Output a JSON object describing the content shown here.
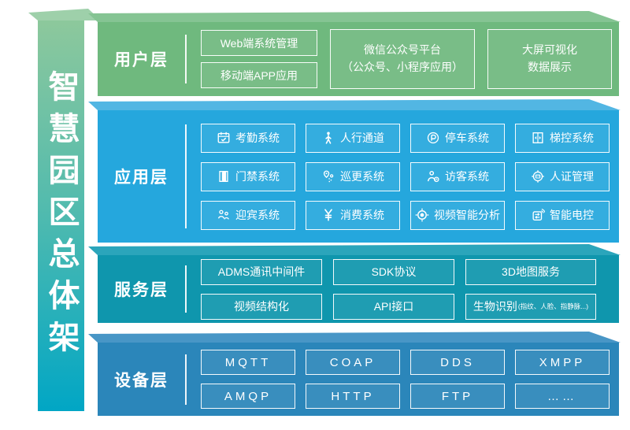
{
  "page": {
    "background": "#ffffff"
  },
  "sidebar": {
    "title": "智慧园区总体架",
    "gradient_top": "#8dc89c",
    "gradient_mid": "#52bbae",
    "gradient_bottom": "#01a6c5",
    "lid_color": "#9ed0aa"
  },
  "layers": [
    {
      "label": "用户层",
      "color": "#6fb97e",
      "lid_color": "#85c493",
      "boxes": [
        {
          "label": "Web端系统管理"
        },
        {
          "label": "移动端APP应用"
        },
        {
          "label": "微信公众号平台",
          "label2": "（公众号、小程序应用）"
        },
        {
          "label": "大屏可视化",
          "label2": "数据展示"
        }
      ]
    },
    {
      "label": "应用层",
      "color": "#25a7dd",
      "lid_color": "#52b6e3",
      "boxes": [
        {
          "icon": "attendance-icon",
          "label": "考勤系统"
        },
        {
          "icon": "pedestrian-icon",
          "label": "人行通道"
        },
        {
          "icon": "parking-icon",
          "label": "停车系统"
        },
        {
          "icon": "elevator-icon",
          "label": "梯控系统"
        },
        {
          "icon": "door-access-icon",
          "label": "门禁系统"
        },
        {
          "icon": "patrol-icon",
          "label": "巡更系统"
        },
        {
          "icon": "visitor-icon",
          "label": "访客系统"
        },
        {
          "icon": "id-verify-icon",
          "label": "人证管理"
        },
        {
          "icon": "welcome-icon",
          "label": "迎宾系统"
        },
        {
          "icon": "consumption-icon",
          "label": "消费系统"
        },
        {
          "icon": "video-analytics-icon",
          "label": "视频智能分析"
        },
        {
          "icon": "smart-power-icon",
          "label": "智能电控"
        }
      ]
    },
    {
      "label": "服务层",
      "color": "#0f96ad",
      "lid_color": "#2ba5bb",
      "boxes": [
        {
          "label": "ADMS通讯中间件"
        },
        {
          "label": "SDK协议"
        },
        {
          "label": "3D地图服务"
        },
        {
          "label": "视频结构化"
        },
        {
          "label": "API接口"
        },
        {
          "label": "生物识别",
          "note": "(指纹、人脸、指静脉...)"
        }
      ]
    },
    {
      "label": "设备层",
      "color": "#2b86ba",
      "lid_color": "#4896c6",
      "boxes": [
        {
          "label": "MQTT"
        },
        {
          "label": "COAP"
        },
        {
          "label": "DDS"
        },
        {
          "label": "XMPP"
        },
        {
          "label": "AMQP"
        },
        {
          "label": "HTTP"
        },
        {
          "label": "FTP"
        },
        {
          "label": "……"
        }
      ]
    }
  ]
}
